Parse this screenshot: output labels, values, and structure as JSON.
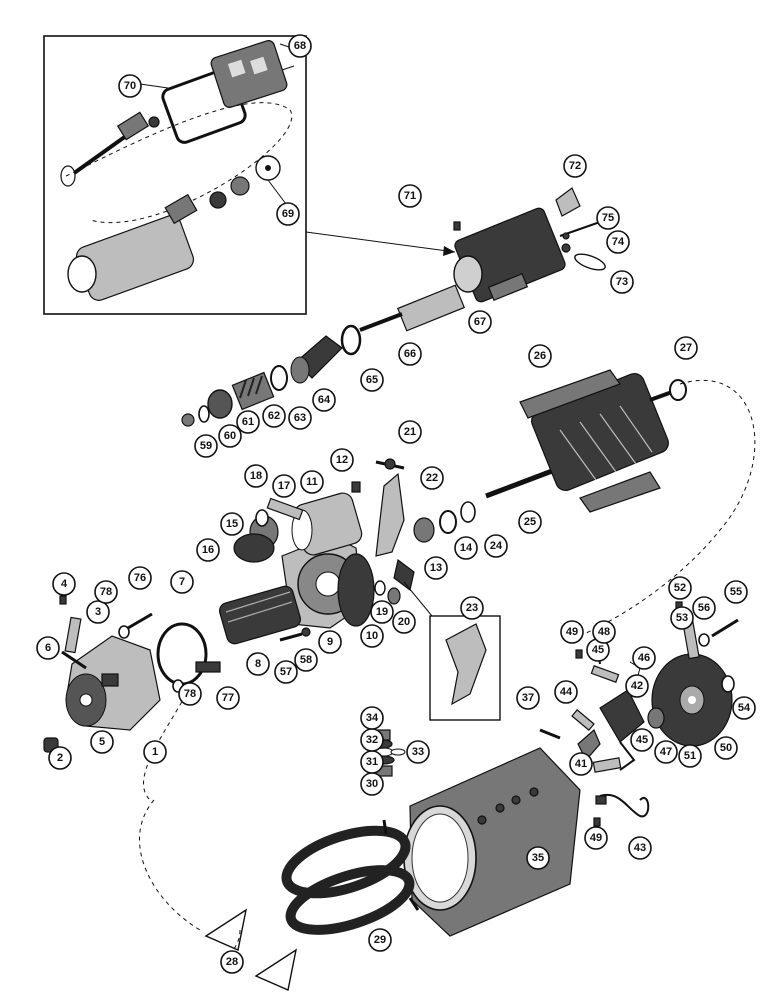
{
  "figure": {
    "callouts": [
      "1",
      "2",
      "3",
      "4",
      "5",
      "6",
      "7",
      "8",
      "9",
      "10",
      "11",
      "12",
      "13",
      "14",
      "15",
      "16",
      "17",
      "18",
      "19",
      "20",
      "21",
      "22",
      "23",
      "24",
      "25",
      "26",
      "27",
      "28",
      "29",
      "30",
      "31",
      "32",
      "33",
      "34",
      "35",
      "37",
      "41",
      "42",
      "43",
      "44",
      "45",
      "45",
      "46",
      "47",
      "48",
      "49",
      "49",
      "50",
      "51",
      "52",
      "53",
      "54",
      "55",
      "56",
      "57",
      "58",
      "59",
      "60",
      "61",
      "62",
      "63",
      "64",
      "65",
      "66",
      "67",
      "68",
      "69",
      "70",
      "71",
      "72",
      "73",
      "74",
      "75",
      "76",
      "77",
      "78",
      "78"
    ]
  }
}
